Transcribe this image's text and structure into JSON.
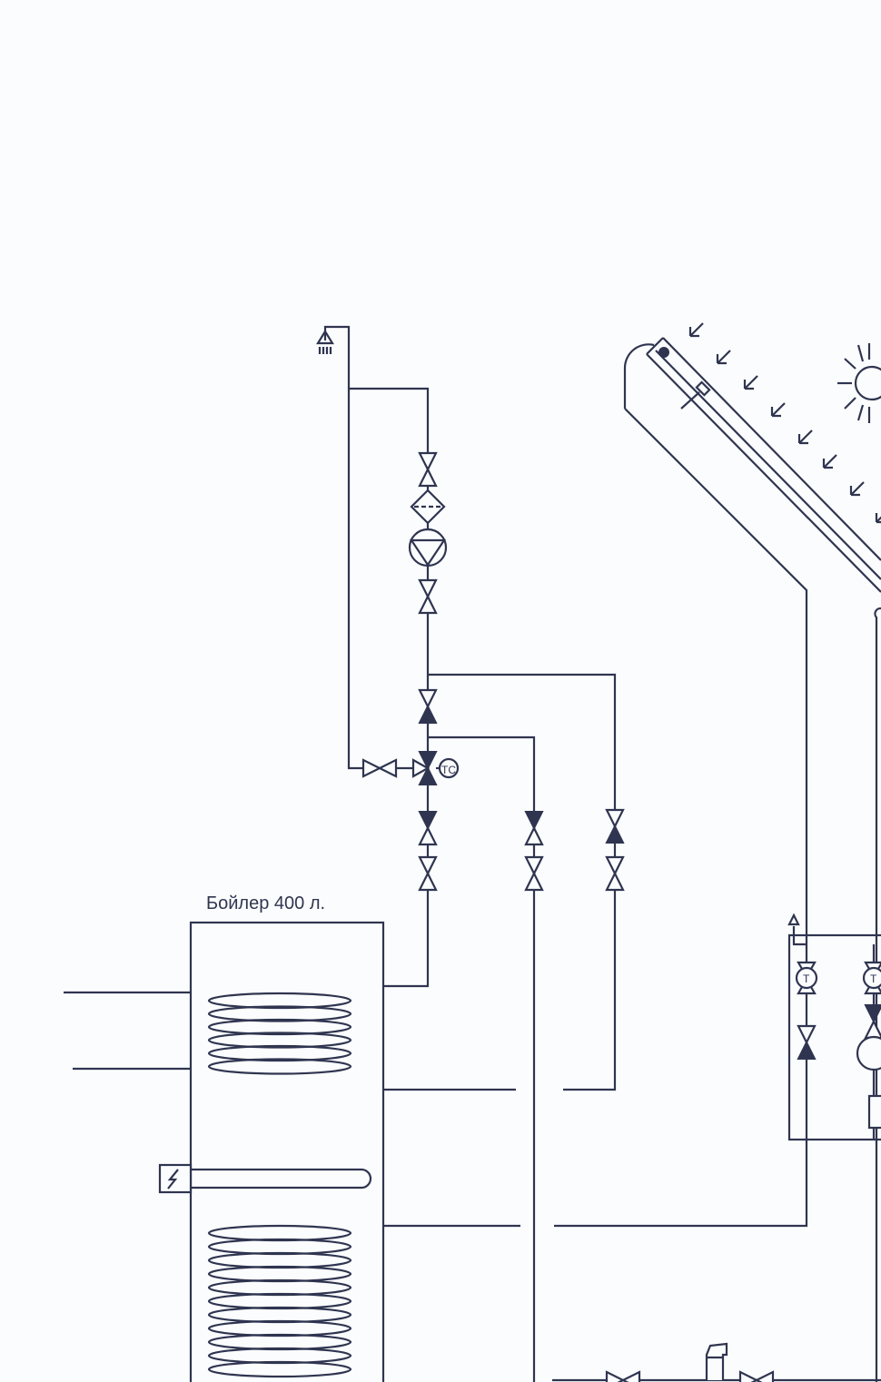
{
  "diagram": {
    "boiler_label": "Бойлер 400 л.",
    "thermostat_label": "TC",
    "thermometer_label": "T",
    "line_color": "#2f3550",
    "background_color": "#fbfcfd"
  }
}
